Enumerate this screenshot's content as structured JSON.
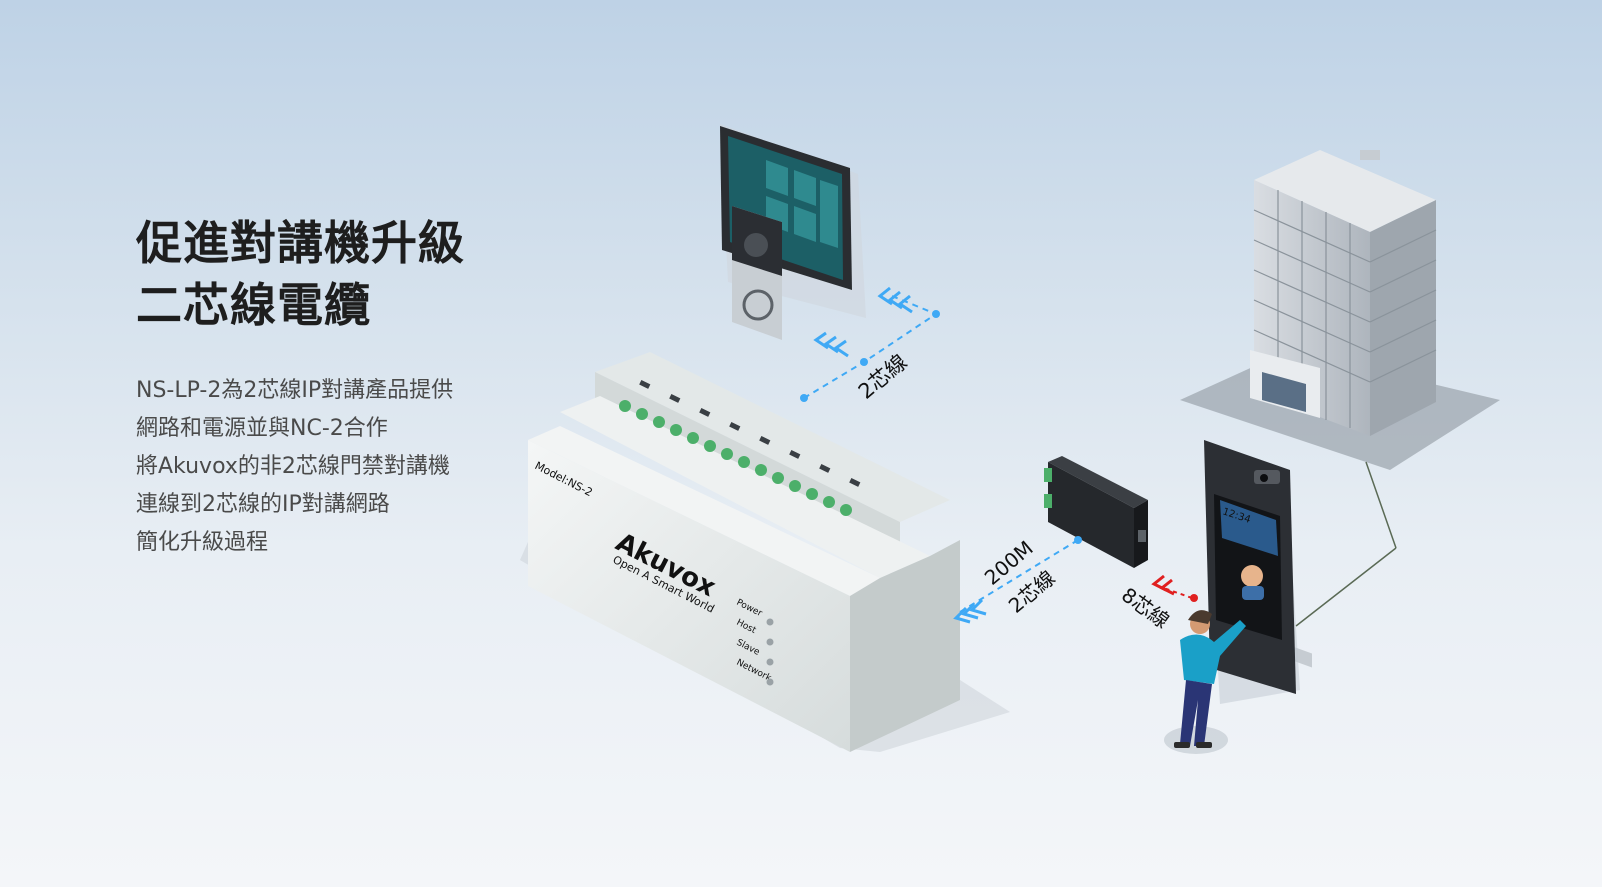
{
  "headline": {
    "line1": "促進對講機升級",
    "line2": "二芯線電纜"
  },
  "description": {
    "line1": "NS-LP-2為2芯線IP對講產品提供",
    "line2": "網路和電源並與NC-2合作",
    "line3": "將Akuvox的非2芯線門禁對講機",
    "line4": "連線到2芯線的IP對講網路",
    "line5": "簡化升級過程"
  },
  "diagram": {
    "label_two_wire_top": "2芯線",
    "label_bandwidth": "200M",
    "label_two_wire_bottom": "2芯線",
    "label_eight_wire": "8芯線",
    "switch_model": "Model:NS-2",
    "switch_brand": "Akuvox",
    "switch_slogan": "Open A Smart World",
    "led_labels": [
      "Power",
      "Host",
      "Slave",
      "Network"
    ],
    "panel_time": "12:34"
  },
  "colors": {
    "link_blue": "#3fa9f5",
    "link_red": "#e02020",
    "text_dark": "#1e1e1e",
    "text_body": "#4a4a4a"
  }
}
